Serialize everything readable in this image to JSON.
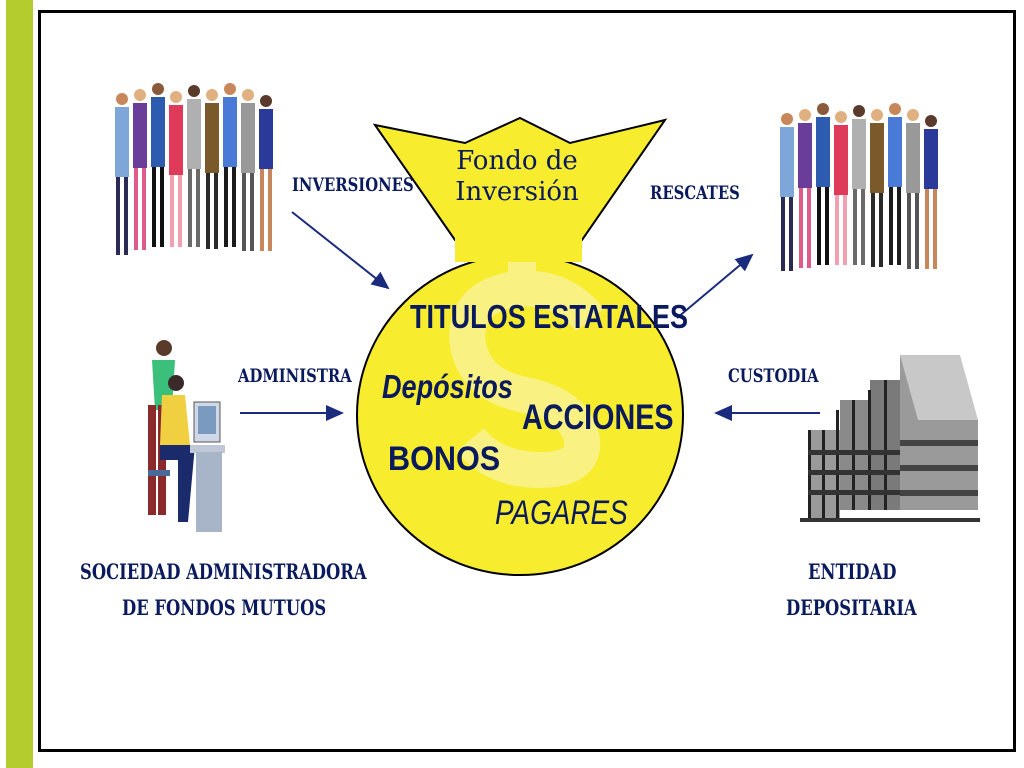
{
  "labels": {
    "inversiones": "INVERSIONES",
    "rescates": "RESCATES",
    "administra": "ADMINISTRA",
    "custodia": "CUSTODIA",
    "sociedad_line1": "SOCIEDAD ADMINISTRADORA",
    "sociedad_line2": "DE FONDOS MUTUOS",
    "entidad_line1": "ENTIDAD",
    "entidad_line2": "DEPOSITARIA"
  },
  "bag": {
    "title_line1": "Fondo de",
    "title_line2": "Inversión",
    "instruments": {
      "titulos": "TITULOS ESTATALES",
      "depositos": "Depósitos",
      "acciones": "ACCIONES",
      "bonos": "BONOS",
      "pagares": "PAGARES"
    }
  },
  "colors": {
    "accent_green": "#b5cc2e",
    "bag_yellow": "#f7ec2d",
    "text_navy": "#0a1a5c"
  }
}
